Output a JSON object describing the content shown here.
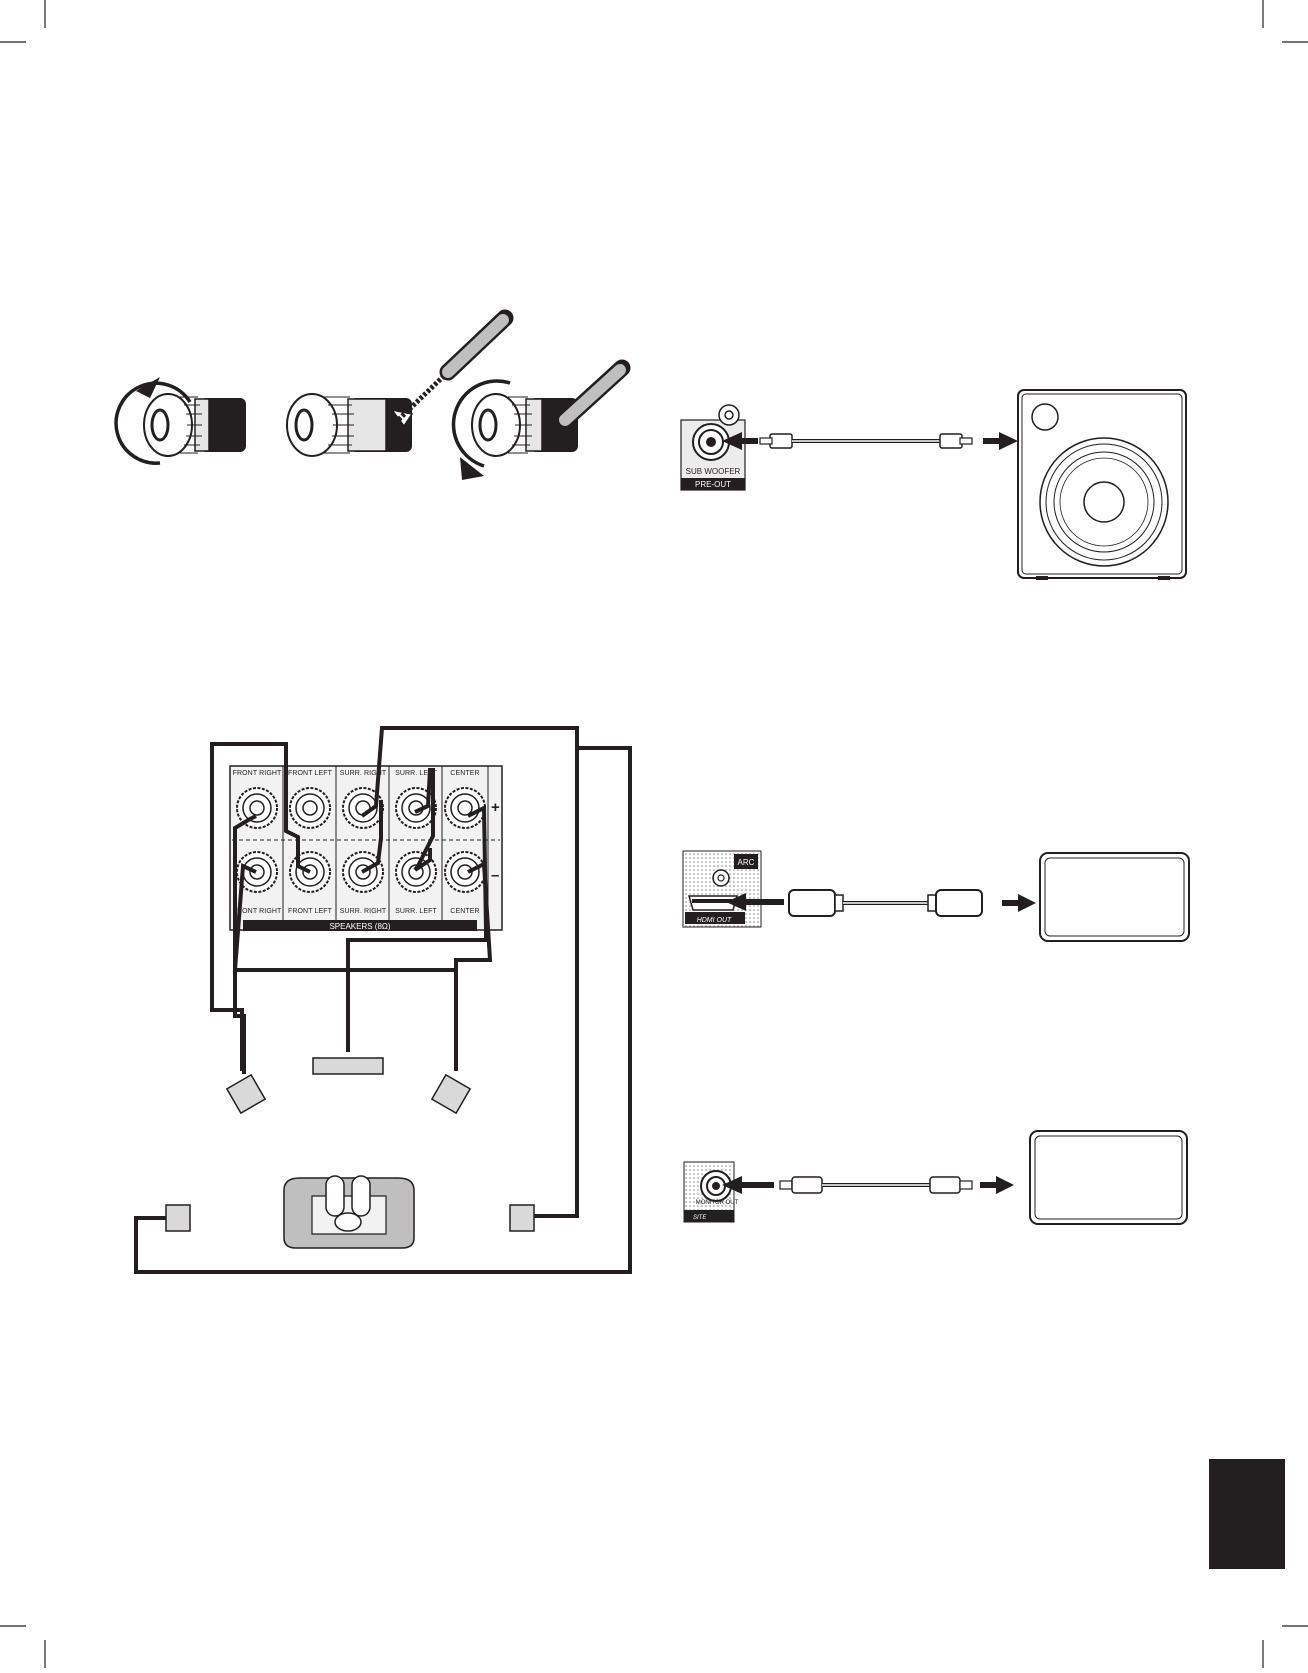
{
  "speaker_terminals": {
    "top_labels": [
      "FRONT RIGHT",
      "FRONT LEFT",
      "SURR. RIGHT",
      "SURR. LEFT",
      "CENTER"
    ],
    "bottom_labels": [
      "FRONT RIGHT",
      "FRONT LEFT",
      "SURR. RIGHT",
      "SURR. LEFT",
      "CENTER"
    ],
    "bank_label": "SPEAKERS (8Ω)",
    "plus": "+",
    "minus": "–"
  },
  "subwoofer": {
    "jack_label": "SUB WOOFER",
    "section_label": "PRE-OUT"
  },
  "hdmi": {
    "badge": "ARC",
    "port_label": "HDMI OUT"
  },
  "composite": {
    "section_label": "SITE",
    "port_label": "MONITOR OUT"
  },
  "colors": {
    "ink": "#231f20",
    "grey_fill": "#d9d9d9",
    "tab": "#231f20"
  }
}
